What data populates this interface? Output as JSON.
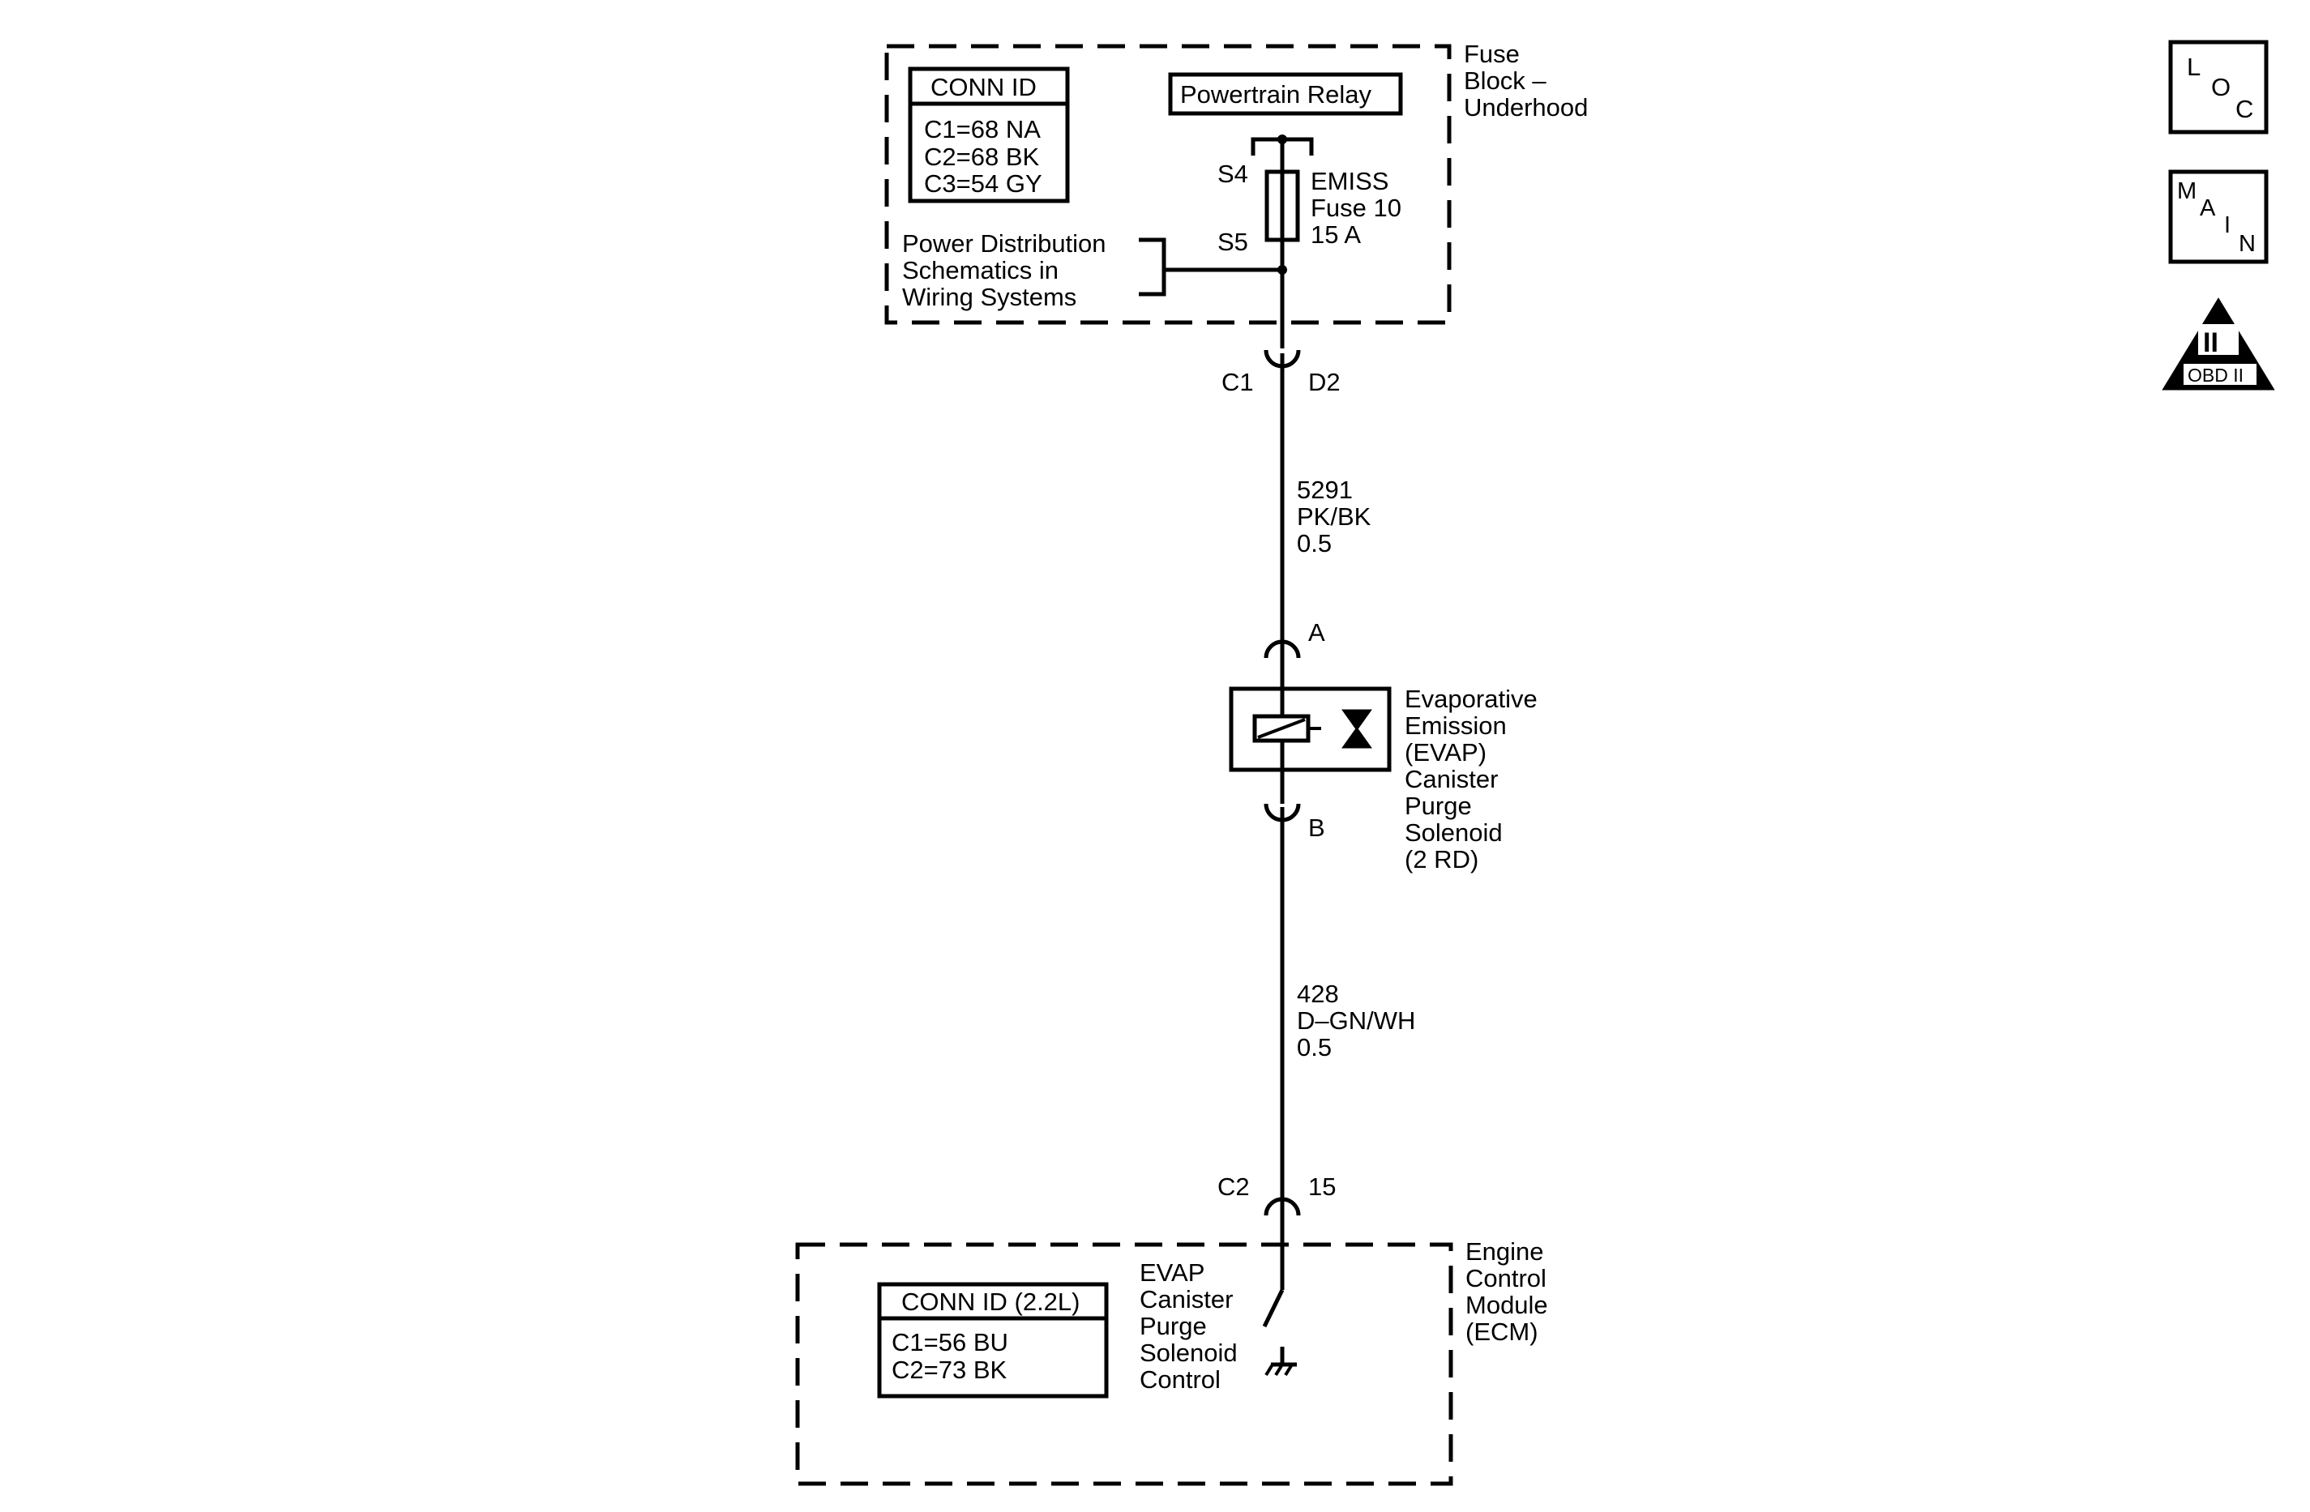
{
  "fuse_block": {
    "label": [
      "Fuse",
      "Block –",
      "Underhood"
    ],
    "conn_id": {
      "header": "CONN ID",
      "lines": [
        "C1=68 NA",
        "C2=68 BK",
        "C3=54 GY"
      ]
    },
    "relay": "Powertrain Relay",
    "splice_top": "S4",
    "splice_bottom": "S5",
    "fuse": [
      "EMISS",
      "Fuse 10",
      "15 A"
    ],
    "power_note": [
      "Power Distribution",
      "Schematics in",
      "Wiring Systems"
    ]
  },
  "connector_top": {
    "connector": "C1",
    "pin": "D2"
  },
  "wire_upper": {
    "circuit": "5291",
    "color": "PK/BK",
    "size": "0.5"
  },
  "solenoid": {
    "pin_top": "A",
    "pin_bottom": "B",
    "label": [
      "Evaporative",
      "Emission",
      "(EVAP)",
      "Canister",
      "Purge",
      "Solenoid",
      "(2 RD)"
    ]
  },
  "wire_lower": {
    "circuit": "428",
    "color": "D–GN/WH",
    "size": "0.5"
  },
  "connector_bottom": {
    "connector": "C2",
    "pin": "15"
  },
  "ecm": {
    "label": [
      "Engine",
      "Control",
      "Module",
      "(ECM)"
    ],
    "conn_id": {
      "header": "CONN ID (2.2L)",
      "lines": [
        "C1=56 BU",
        "C2=73 BK"
      ]
    },
    "control": [
      "EVAP",
      "Canister",
      "Purge",
      "Solenoid",
      "Control"
    ]
  },
  "icons": {
    "loc": [
      "L",
      "O",
      "C"
    ],
    "main": [
      "M",
      "A",
      "I",
      "N"
    ],
    "obd": {
      "symbol": "II",
      "label": "OBD II"
    }
  }
}
